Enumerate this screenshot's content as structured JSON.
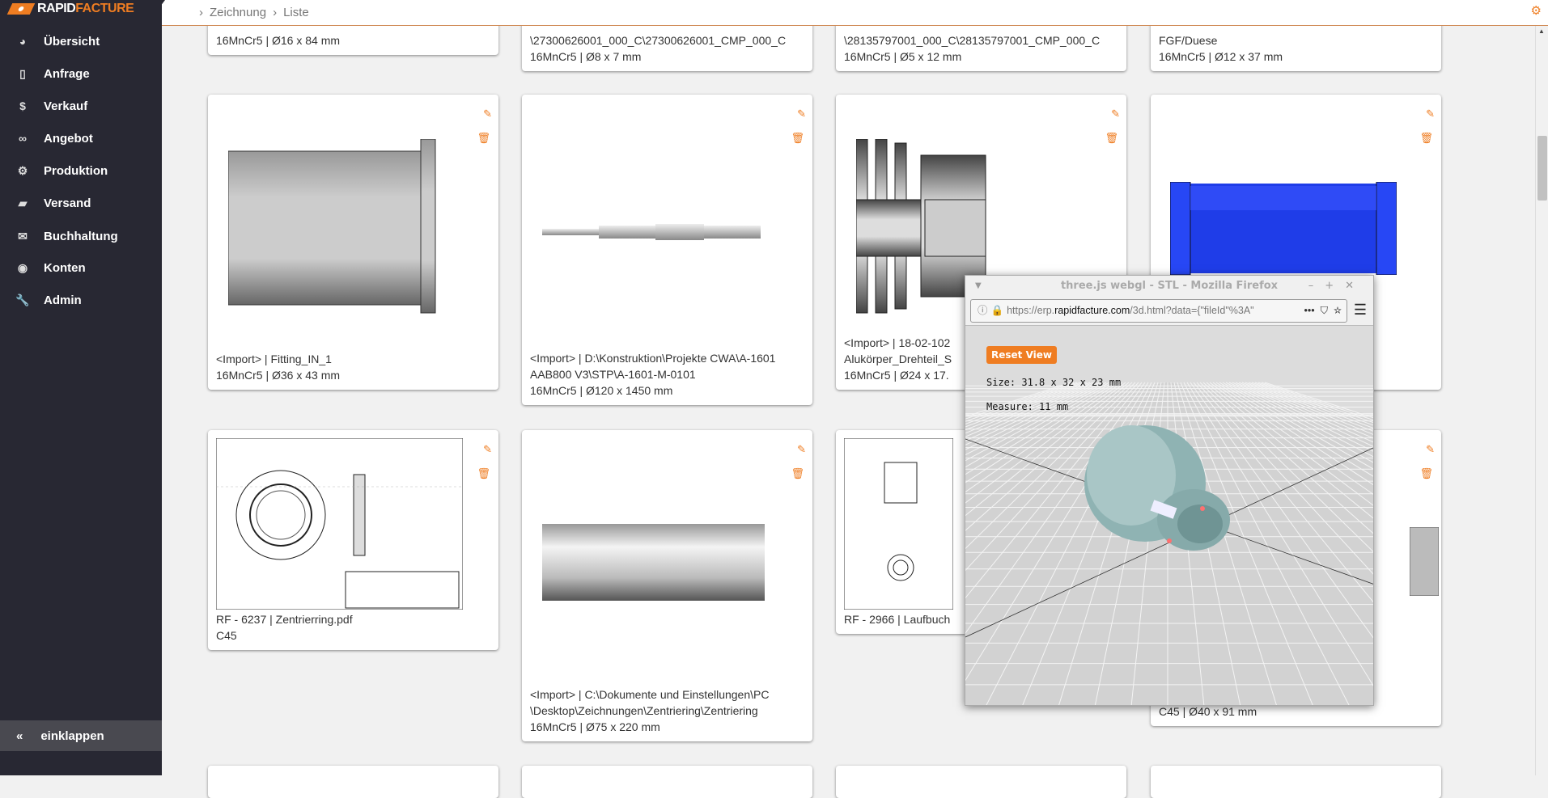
{
  "brand": {
    "part1": "RAPID",
    "part2": "FACTURE"
  },
  "sidebar": {
    "items": [
      {
        "label": "Übersicht",
        "icon": "pie-chart-icon",
        "glyph": "◕"
      },
      {
        "label": "Anfrage",
        "icon": "document-icon",
        "glyph": "▯"
      },
      {
        "label": "Verkauf",
        "icon": "dollar-icon",
        "glyph": "$"
      },
      {
        "label": "Angebot",
        "icon": "link-icon",
        "glyph": "∞"
      },
      {
        "label": "Produktion",
        "icon": "gears-icon",
        "glyph": "⚙"
      },
      {
        "label": "Versand",
        "icon": "truck-icon",
        "glyph": "▰"
      },
      {
        "label": "Buchhaltung",
        "icon": "envelope-icon",
        "glyph": "✉"
      },
      {
        "label": "Konten",
        "icon": "user-circle-icon",
        "glyph": "◉"
      },
      {
        "label": "Admin",
        "icon": "wrench-icon",
        "glyph": "🔧"
      }
    ],
    "collapse": "einklappen"
  },
  "breadcrumb": [
    "Zeichnung",
    "Liste"
  ],
  "cards_top": [
    {
      "lines": [
        "16MnCr5 | Ø16 x 84 mm"
      ]
    },
    {
      "lines": [
        "\\27300626001_000_C\\27300626001_CMP_000_C",
        "16MnCr5 | Ø8 x 7 mm"
      ]
    },
    {
      "lines": [
        "\\28135797001_000_C\\28135797001_CMP_000_C",
        "16MnCr5 | Ø5 x 12 mm"
      ]
    },
    {
      "lines": [
        "FGF/Duese",
        "16MnCr5 | Ø12 x 37 mm"
      ]
    }
  ],
  "cards_row2": [
    {
      "lines": [
        "<Import> | Fitting_IN_1",
        "16MnCr5 | Ø36 x 43 mm"
      ]
    },
    {
      "lines": [
        "<Import> | D:\\Konstruktion\\Projekte CWA\\A-1601",
        "AAB800 V3\\STP\\A-1601-M-0101",
        "16MnCr5 | Ø120 x 1450 mm"
      ]
    },
    {
      "lines": [
        "<Import> | 18-02-102",
        "Alukörper_Drehteil_S",
        "16MnCr5 | Ø24 x 17."
      ]
    },
    {
      "lines": []
    }
  ],
  "cards_row3": [
    {
      "lines": [
        "RF - 6237 | Zentrierring.pdf",
        "C45"
      ]
    },
    {
      "lines": [
        "<Import> | C:\\Dokumente und Einstellungen\\PC",
        "\\Desktop\\Zeichnungen\\Zentriering\\Zentriering",
        "16MnCr5 | Ø75 x 220 mm"
      ]
    },
    {
      "lines": [
        "RF - 2966 | Laufbuch"
      ]
    },
    {
      "lines": [
        "C45 | Ø40 x 91 mm"
      ]
    }
  ],
  "popup": {
    "title": "three.js webgl - STL - Mozilla Firefox",
    "url_prefix": "https://erp.",
    "url_domain": "rapidfacture.com",
    "url_rest": "/3d.html?data={\"fileId\"%3A\"",
    "reset": "Reset View",
    "size": "Size: 31.8 x 32 x 23 mm",
    "measure": "Measure: 11 mm"
  },
  "colors": {
    "accent": "#ef7d22",
    "sidebar": "#282833",
    "blue_part": "#1f3de8"
  }
}
